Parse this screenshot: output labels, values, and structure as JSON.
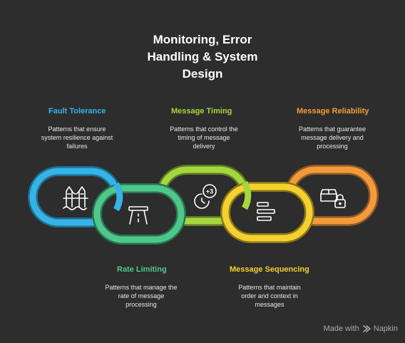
{
  "title_lines": [
    "Monitoring, Error",
    "Handling & System",
    "Design"
  ],
  "items": [
    {
      "label": "Fault Tolerance",
      "desc_lines": [
        "Patterns that ensure",
        "system resilience against",
        "failures"
      ],
      "color": "#35b3e6",
      "icon": "bridge-icon"
    },
    {
      "label": "Rate Limiting",
      "desc_lines": [
        "Patterns that manage the",
        "rate of message",
        "processing"
      ],
      "color": "#4fc78b",
      "icon": "road-gate-icon"
    },
    {
      "label": "Message Timing",
      "desc_lines": [
        "Patterns that control the",
        "timing of message",
        "delivery"
      ],
      "color": "#a5d63e",
      "icon": "clock-plus-three-icon"
    },
    {
      "label": "Message Sequencing",
      "desc_lines": [
        "Patterns that maintain",
        "order and context in",
        "messages"
      ],
      "color": "#f5d130",
      "icon": "ordered-list-icon"
    },
    {
      "label": "Message Reliability",
      "desc_lines": [
        "Patterns that guarantee",
        "message delivery and",
        "processing"
      ],
      "color": "#f39b3c",
      "icon": "locked-package-icon"
    }
  ],
  "icon_text": {
    "timing_badge": "+3"
  },
  "footer": {
    "made_with": "Made with",
    "brand": "Napkin"
  }
}
